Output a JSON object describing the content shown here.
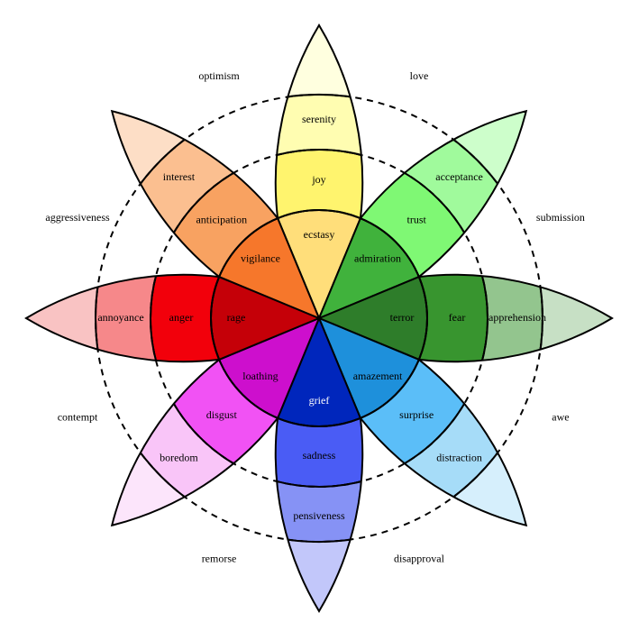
{
  "title": "Plutchik's wheel of emotions",
  "petals": [
    {
      "name": "joy-family",
      "direction": "up",
      "colors": [
        "#FFDE7A",
        "#FFF46E",
        "#FFFDB1",
        "#FFFFDF"
      ],
      "labels": [
        "ecstasy",
        "joy",
        "serenity",
        ""
      ],
      "light_inner": false
    },
    {
      "name": "trust-family",
      "direction": "up-right",
      "colors": [
        "#40B23C",
        "#7FF874",
        "#A0FA9C",
        "#CDFECB"
      ],
      "labels": [
        "admiration",
        "trust",
        "acceptance",
        ""
      ],
      "light_inner": false
    },
    {
      "name": "fear-family",
      "direction": "right",
      "colors": [
        "#2E7D2A",
        "#38952F",
        "#93C58E",
        "#C7E0C5"
      ],
      "labels": [
        "terror",
        "fear",
        "apprehension",
        ""
      ],
      "light_inner": false
    },
    {
      "name": "surprise-family",
      "direction": "down-right",
      "colors": [
        "#1E90DB",
        "#5BBEF8",
        "#A6DCF8",
        "#D6EFFC"
      ],
      "labels": [
        "amazement",
        "surprise",
        "distraction",
        ""
      ],
      "light_inner": false
    },
    {
      "name": "sadness-family",
      "direction": "down",
      "colors": [
        "#0026BC",
        "#4A5CF5",
        "#8692F5",
        "#C2C7FA"
      ],
      "labels": [
        "grief",
        "sadness",
        "pensiveness",
        ""
      ],
      "light_inner": true
    },
    {
      "name": "disgust-family",
      "direction": "down-left",
      "colors": [
        "#CD0FCD",
        "#F152F4",
        "#F9C5F8",
        "#FCE5FB"
      ],
      "labels": [
        "loathing",
        "disgust",
        "boredom",
        ""
      ],
      "light_inner": false
    },
    {
      "name": "anger-family",
      "direction": "left",
      "colors": [
        "#C50008",
        "#F2000B",
        "#F6888A",
        "#F9C3C3"
      ],
      "labels": [
        "rage",
        "anger",
        "annoyance",
        ""
      ],
      "light_inner": false
    },
    {
      "name": "anticipation-family",
      "direction": "up-left",
      "colors": [
        "#F6772B",
        "#F8A261",
        "#FBBF90",
        "#FDDEC6"
      ],
      "labels": [
        "vigilance",
        "anticipation",
        "interest",
        ""
      ],
      "light_inner": false
    }
  ],
  "dyads": [
    "love",
    "submission",
    "awe",
    "disapproval",
    "remorse",
    "contempt",
    "aggressiveness",
    "optimism"
  ]
}
